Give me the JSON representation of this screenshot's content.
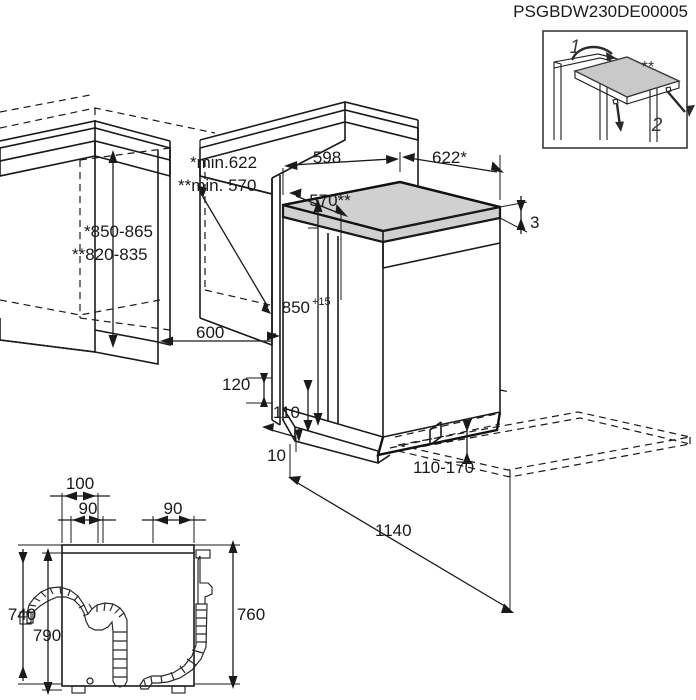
{
  "header": {
    "document_code": "PSGBDW230DE00005"
  },
  "inset": {
    "name": "worktop-removal-detail",
    "step_1": "1",
    "step_2": "2",
    "note_marker": "**"
  },
  "dimensions": {
    "cabinet_height_primary": "*850-865",
    "cabinet_height_secondary": "**820-835",
    "niche_depth_primary": "*min.622",
    "niche_depth_secondary": "**min. 570",
    "cabinet_depth": "600",
    "niche_width": "598",
    "appliance_depth_star": "622*",
    "worktop_depth": "570**",
    "worktop_thickness": "3",
    "appliance_height": "850",
    "appliance_height_tolerance": "+15",
    "plinth_recess": "120",
    "plinth_height": "110",
    "foot_clearance": "10",
    "door_clearance_range": "110-170",
    "door_open_depth": "1140"
  },
  "rear_view": {
    "name": "rear-connection-view",
    "offset_left_outer": "100",
    "offset_left_inner": "90",
    "offset_right": "90",
    "inlet_hose_height": "740",
    "drain_hose_height": "790",
    "siphon_height": "760"
  },
  "colors": {
    "line": "#1a1a1a",
    "worktop_fill": "#d0d0d0",
    "inset_fill": "#c9c9c9",
    "background": "#ffffff"
  }
}
